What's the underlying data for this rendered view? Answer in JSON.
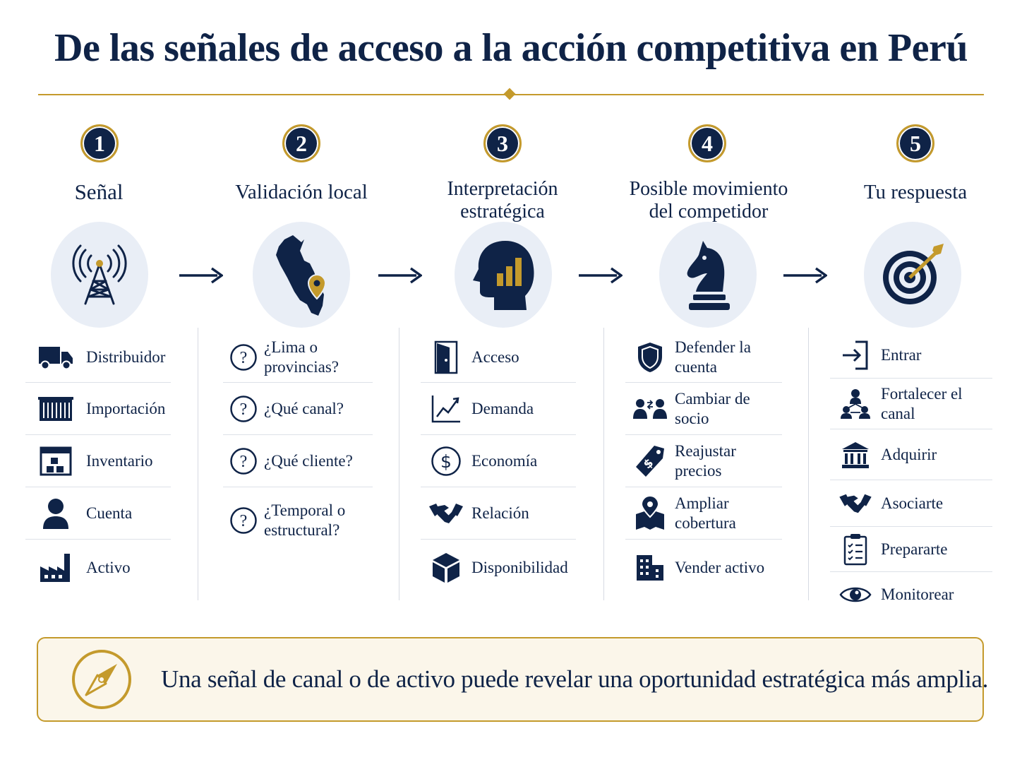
{
  "title": "De las señales de acceso a la acción competitiva en Perú",
  "colors": {
    "navy": "#0f2347",
    "gold": "#c49a2c",
    "circle_bg": "#e9eef6",
    "footer_bg": "#fbf6ea"
  },
  "steps": [
    {
      "number": "1",
      "title": "Señal",
      "icon": "signal-tower-icon",
      "items": [
        {
          "icon": "truck-icon",
          "label": "Distribuidor"
        },
        {
          "icon": "container-icon",
          "label": "Importación"
        },
        {
          "icon": "warehouse-icon",
          "label": "Inventario"
        },
        {
          "icon": "person-icon",
          "label": "Cuenta"
        },
        {
          "icon": "factory-icon",
          "label": "Activo"
        }
      ]
    },
    {
      "number": "2",
      "title": "Validación local",
      "icon": "peru-map-pin-icon",
      "items": [
        {
          "icon": "question-icon",
          "label": "¿Lima o provincias?"
        },
        {
          "icon": "question-icon",
          "label": "¿Qué canal?"
        },
        {
          "icon": "question-icon",
          "label": "¿Qué cliente?"
        },
        {
          "icon": "question-icon",
          "label": "¿Temporal o estructural?"
        }
      ]
    },
    {
      "number": "3",
      "title_line1": "Interpretación",
      "title_line2": "estratégica",
      "icon": "head-chart-icon",
      "items": [
        {
          "icon": "door-icon",
          "label": "Acceso"
        },
        {
          "icon": "trend-chart-icon",
          "label": "Demanda"
        },
        {
          "icon": "dollar-icon",
          "label": "Economía"
        },
        {
          "icon": "handshake-icon",
          "label": "Relación"
        },
        {
          "icon": "box-icon",
          "label": "Disponibilidad"
        }
      ]
    },
    {
      "number": "4",
      "title_line1": "Posible movimiento",
      "title_line2": "del competidor",
      "icon": "chess-knight-icon",
      "items": [
        {
          "icon": "shield-icon",
          "label": "Defender la cuenta"
        },
        {
          "icon": "people-swap-icon",
          "label": "Cambiar de socio"
        },
        {
          "icon": "price-tag-icon",
          "label": "Reajustar precios"
        },
        {
          "icon": "map-pin-icon",
          "label": "Ampliar cobertura"
        },
        {
          "icon": "building-icon",
          "label": "Vender activo"
        }
      ]
    },
    {
      "number": "5",
      "title": "Tu respuesta",
      "icon": "target-icon",
      "items": [
        {
          "icon": "enter-icon",
          "label": "Entrar"
        },
        {
          "icon": "network-icon",
          "label": "Fortalecer el canal"
        },
        {
          "icon": "bank-icon",
          "label": "Adquirir"
        },
        {
          "icon": "handshake-icon",
          "label": "Asociarte"
        },
        {
          "icon": "clipboard-icon",
          "label": "Prepararte"
        },
        {
          "icon": "eye-icon",
          "label": "Monitorear"
        }
      ]
    }
  ],
  "footer": {
    "icon": "compass-icon",
    "message": "Una señal de canal o de activo puede revelar una oportunidad estratégica más amplia."
  }
}
